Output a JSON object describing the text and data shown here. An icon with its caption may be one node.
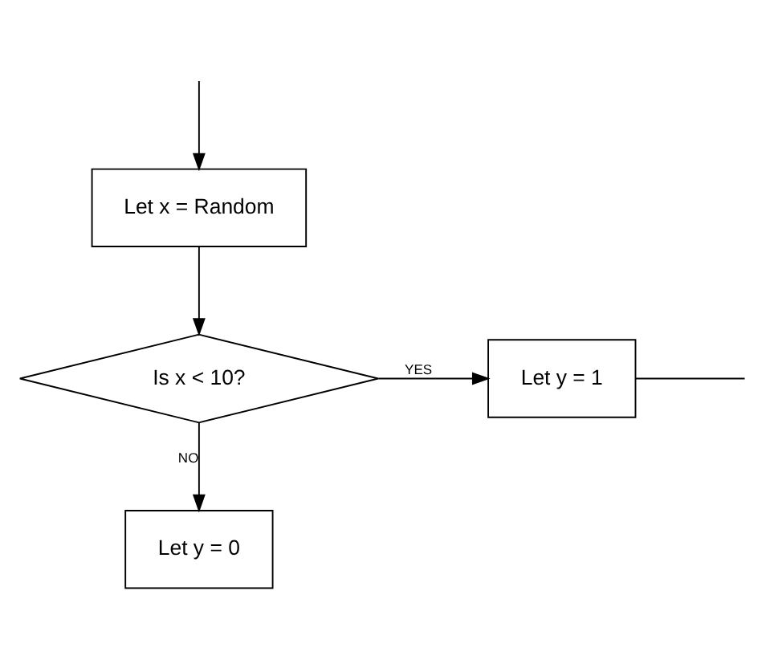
{
  "diagram": {
    "nodes": [
      {
        "text": [
          "Let x = Random"
        ]
      },
      {
        "text": [
          "Is x < 10?"
        ]
      },
      {
        "text": [
          "Let y = 1"
        ]
      },
      {
        "text": [
          "Let y = 0"
        ]
      }
    ],
    "edges": [
      {
        "from": null,
        "to": 0,
        "arrow": "to"
      },
      {
        "from": 0,
        "to": 1,
        "arrow": "to"
      },
      {
        "from": 1,
        "to": 2,
        "arrow": "to",
        "label": "YES"
      },
      {
        "from": 1,
        "to": 3,
        "arrow": "to",
        "label": "NO"
      },
      {
        "from": 2,
        "to": null,
        "arrow": "none"
      }
    ]
  }
}
